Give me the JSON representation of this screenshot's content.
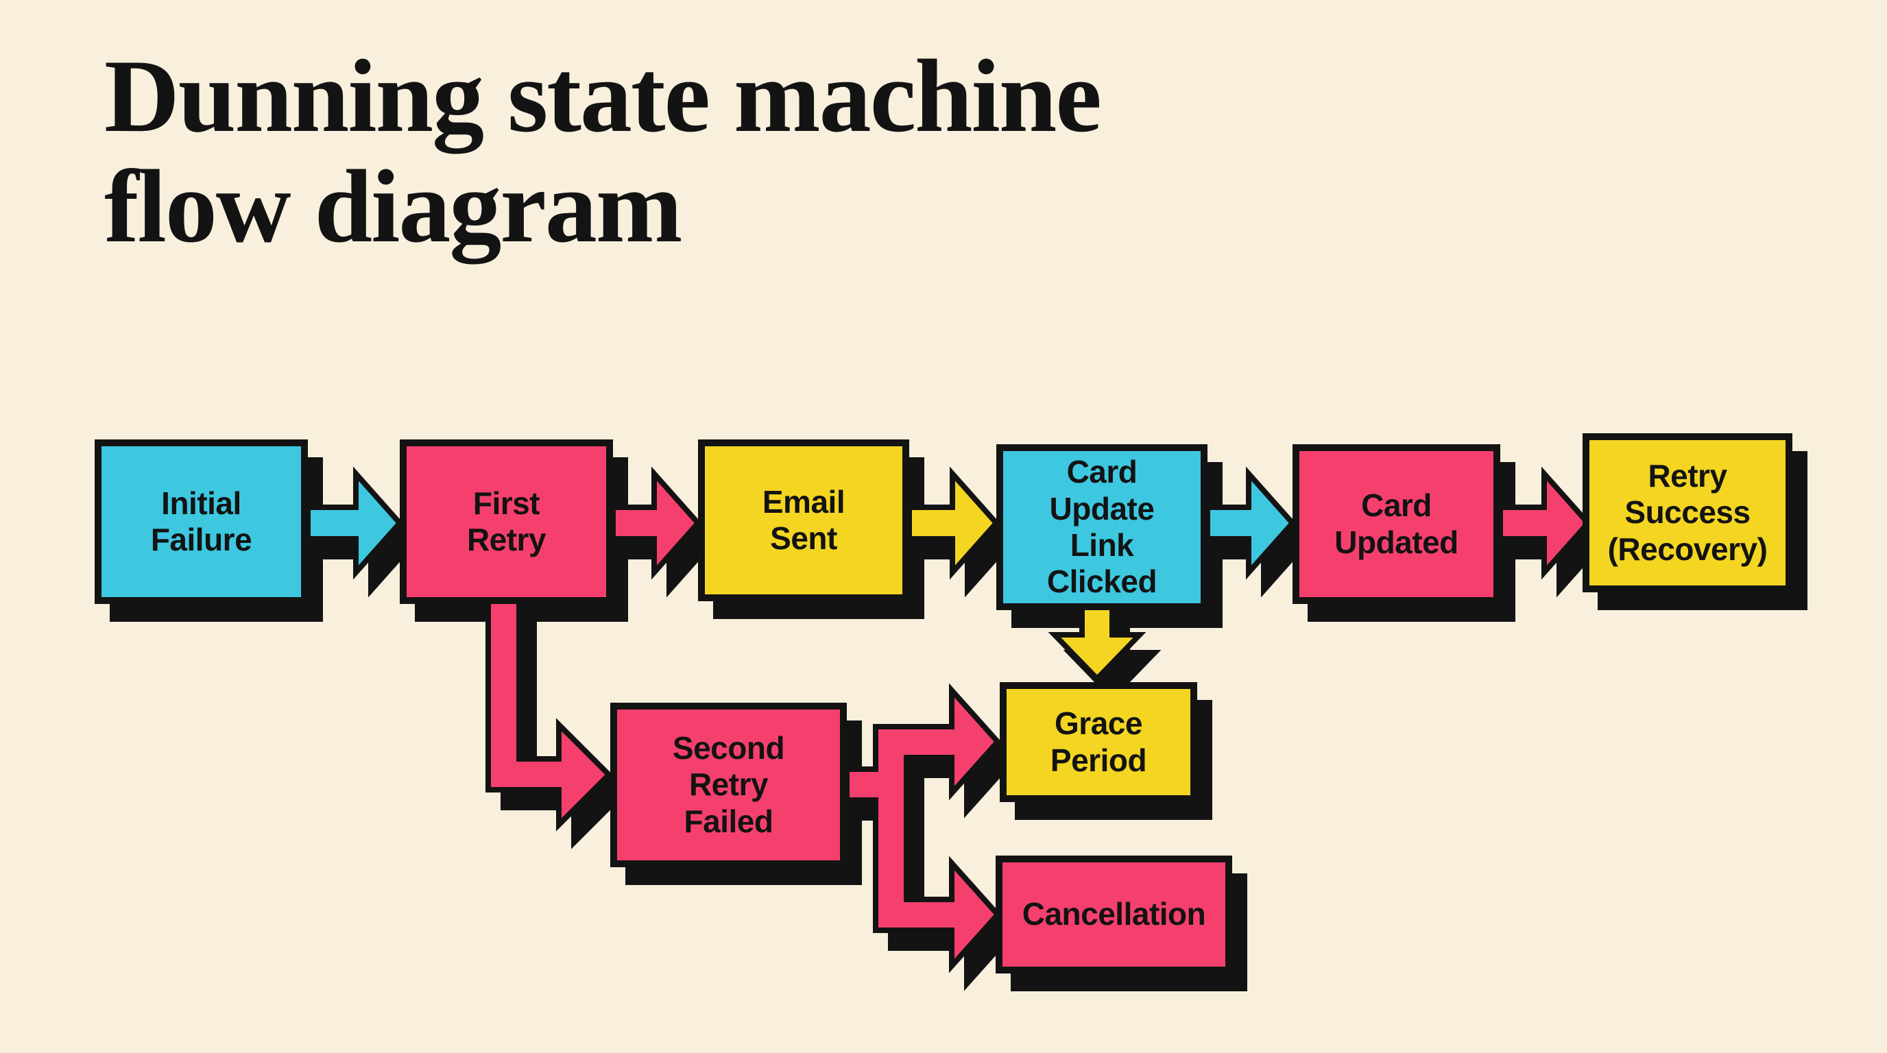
{
  "title": "Dunning state machine\nflow diagram",
  "palette": {
    "background": "#f8efdd",
    "ink": "#131313",
    "cyan": "#3dc8e0",
    "pink": "#f5406e",
    "yellow": "#f3d522"
  },
  "nodes": [
    {
      "id": "initial-failure",
      "label": "Initial\nFailure",
      "color": "cyan"
    },
    {
      "id": "first-retry",
      "label": "First\nRetry",
      "color": "pink"
    },
    {
      "id": "email-sent",
      "label": "Email\nSent",
      "color": "yellow"
    },
    {
      "id": "card-update-link-clicked",
      "label": "Card\nUpdate\nLink\nClicked",
      "color": "cyan"
    },
    {
      "id": "card-updated",
      "label": "Card\nUpdated",
      "color": "pink"
    },
    {
      "id": "retry-success",
      "label": "Retry\nSuccess\n(Recovery)",
      "color": "yellow"
    },
    {
      "id": "second-retry-failed",
      "label": "Second\nRetry\nFailed",
      "color": "pink"
    },
    {
      "id": "grace-period",
      "label": "Grace\nPeriod",
      "color": "yellow"
    },
    {
      "id": "cancellation",
      "label": "Cancellation",
      "color": "pink"
    }
  ],
  "edges": [
    {
      "id": "edge-initial-failure-to-first-retry",
      "from": "initial-failure",
      "to": "first-retry",
      "color": "cyan"
    },
    {
      "id": "edge-first-retry-to-email-sent",
      "from": "first-retry",
      "to": "email-sent",
      "color": "pink"
    },
    {
      "id": "edge-email-sent-to-card-update-link-clicked",
      "from": "email-sent",
      "to": "card-update-link-clicked",
      "color": "yellow"
    },
    {
      "id": "edge-card-update-link-clicked-to-card-updated",
      "from": "card-update-link-clicked",
      "to": "card-updated",
      "color": "cyan"
    },
    {
      "id": "edge-card-updated-to-retry-success",
      "from": "card-updated",
      "to": "retry-success",
      "color": "pink"
    },
    {
      "id": "edge-first-retry-to-second-retry-failed",
      "from": "first-retry",
      "to": "second-retry-failed",
      "color": "pink"
    },
    {
      "id": "edge-card-update-link-clicked-to-grace-period",
      "from": "card-update-link-clicked",
      "to": "grace-period",
      "color": "yellow"
    },
    {
      "id": "edge-second-retry-failed-to-grace-period-and-cancellation",
      "from": "second-retry-failed",
      "to": "grace-period / cancellation",
      "color": "pink"
    }
  ]
}
